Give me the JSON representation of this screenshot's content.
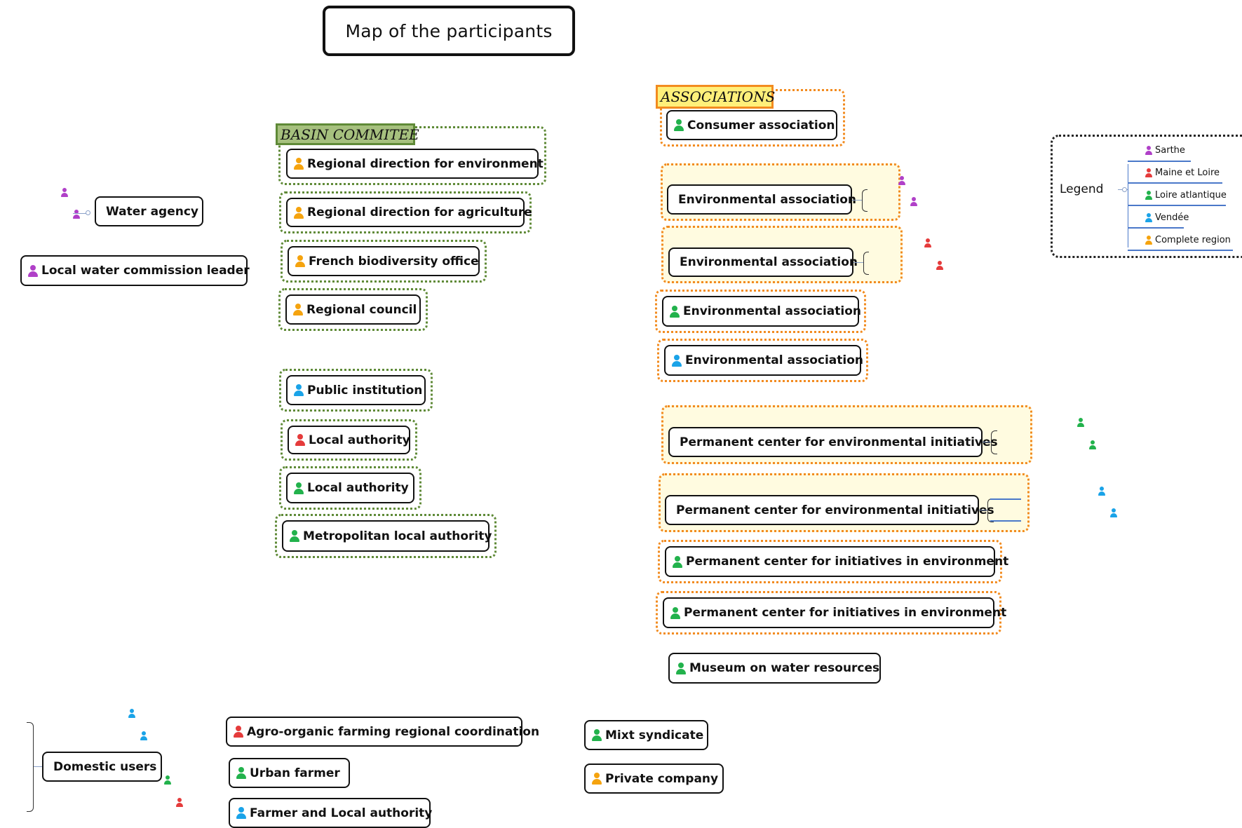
{
  "title": "Map of the participants",
  "colors": {
    "sarthe": "#b040c8",
    "maine_et_loire": "#e53b3b",
    "loire_atlantique": "#22b24c",
    "vendee": "#1aa3e8",
    "complete_region": "#f5a30e",
    "basin_border": "#5f8a37",
    "assoc_border": "#f28b1f"
  },
  "left": {
    "water_agency": "Water agency",
    "local_water_commission_leader": "Local water commission leader"
  },
  "basin": {
    "label": "BASIN COMMITEE",
    "items": [
      "Regional direction for environment",
      "Regional direction for agriculture",
      "French biodiversity office",
      "Regional council"
    ]
  },
  "others": [
    "Public institution",
    "Local authority",
    "Local authority",
    "Metropolitan local authority"
  ],
  "associations": {
    "label": "ASSOCIATIONS",
    "items": [
      "Consumer association",
      "Environmental association",
      "Environmental association",
      "Environmental association",
      "Environmental association",
      "Permanent center for environmental initiatives",
      "Permanent center for environmental initiatives",
      "Permanent center for initiatives in environment",
      "Permanent center for initiatives in environment"
    ]
  },
  "museum": "Museum on water resources",
  "bottom": {
    "domestic_users": "Domestic users",
    "agro_organic": "Agro-organic farming regional coordination",
    "urban_farmer": "Urban farmer",
    "farmer_local_authority": "Farmer and Local authority",
    "mixt_syndicate": "Mixt syndicate",
    "private_company": "Private company"
  },
  "legend": {
    "title": "Legend",
    "items": [
      "Sarthe",
      "Maine et Loire",
      "Loire atlantique",
      "Vendée",
      "Complete region"
    ]
  }
}
